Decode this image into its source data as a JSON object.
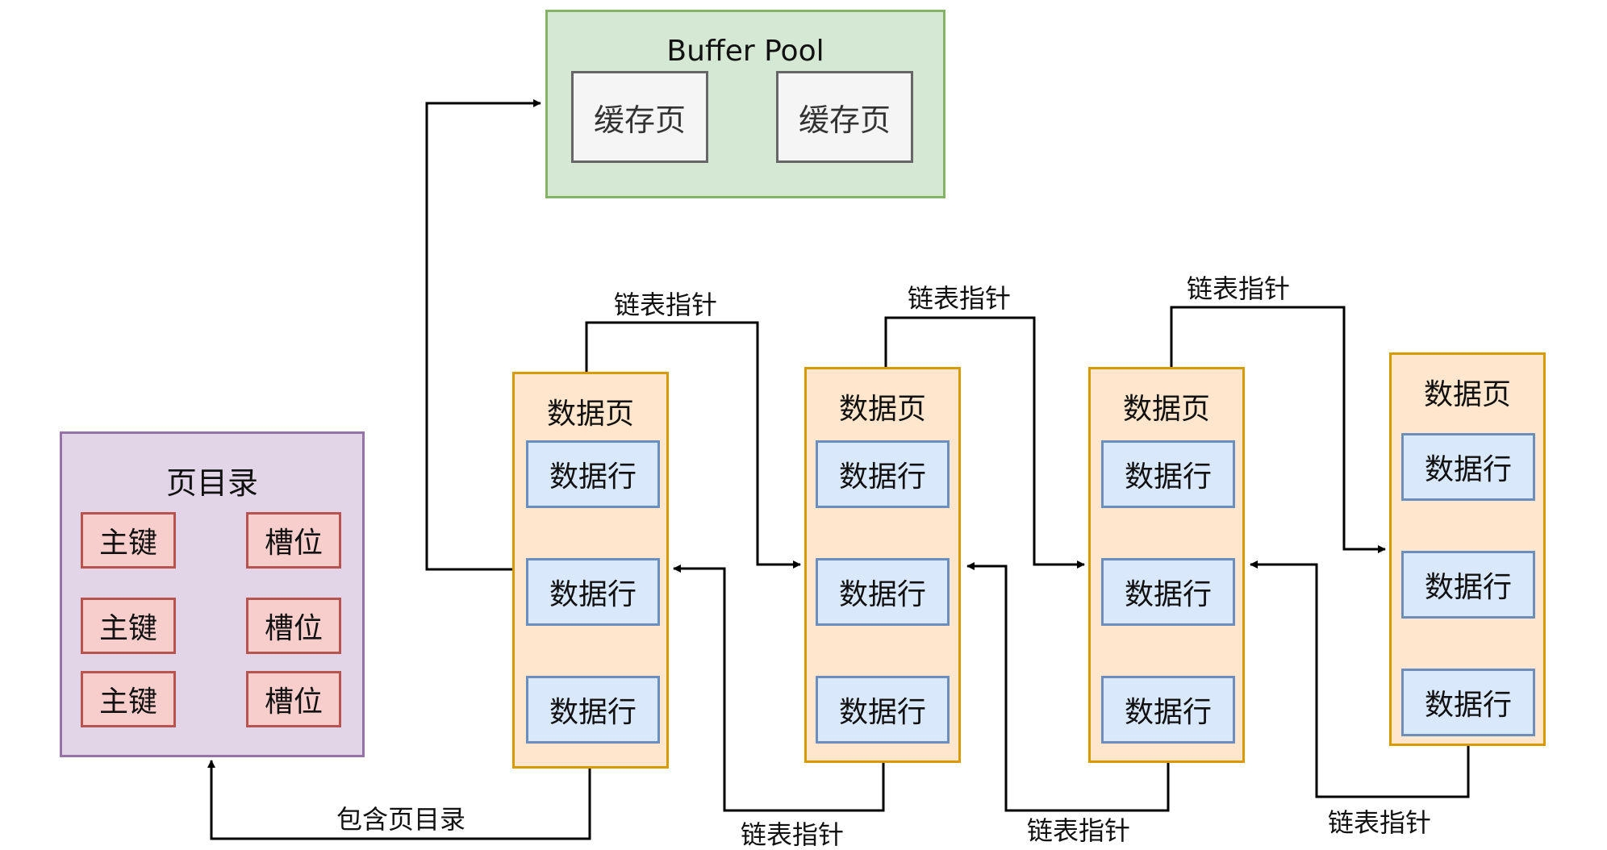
{
  "buffer_pool": {
    "title": "Buffer Pool",
    "cache_pages": [
      "缓存页",
      "缓存页"
    ]
  },
  "page_directory": {
    "title": "页目录",
    "entries": [
      {
        "key": "主键",
        "slot": "槽位"
      },
      {
        "key": "主键",
        "slot": "槽位"
      },
      {
        "key": "主键",
        "slot": "槽位"
      }
    ]
  },
  "data_pages": [
    {
      "title": "数据页",
      "rows": [
        "数据行",
        "数据行",
        "数据行"
      ]
    },
    {
      "title": "数据页",
      "rows": [
        "数据行",
        "数据行",
        "数据行"
      ]
    },
    {
      "title": "数据页",
      "rows": [
        "数据行",
        "数据行",
        "数据行"
      ]
    },
    {
      "title": "数据页",
      "rows": [
        "数据行",
        "数据行",
        "数据行"
      ]
    }
  ],
  "edge_labels": {
    "next_pointer": [
      "链表指针",
      "链表指针",
      "链表指针"
    ],
    "prev_pointer": [
      "链表指针",
      "链表指针",
      "链表指针"
    ],
    "contains_directory": "包含页目录"
  },
  "colors": {
    "buffer_pool_fill": "#d5e8d4",
    "buffer_pool_border": "#82b366",
    "directory_fill": "#e1d5e7",
    "directory_border": "#9673a6",
    "key_slot_fill": "#f8cecc",
    "key_slot_border": "#b85450",
    "data_page_fill": "#ffe6cc",
    "data_page_border": "#d79b00",
    "data_row_fill": "#dae8fc",
    "data_row_border": "#6c8ebf",
    "cache_page_fill": "#f5f5f5",
    "cache_page_border": "#666666"
  }
}
